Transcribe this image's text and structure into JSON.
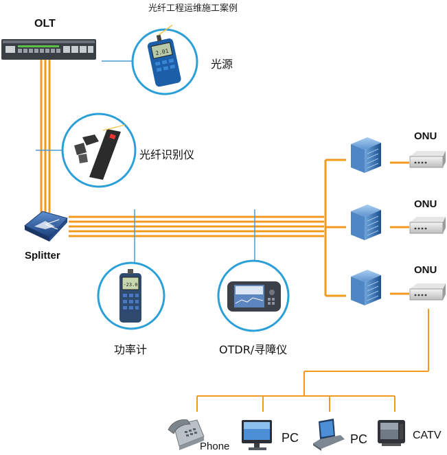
{
  "title": "光纤工程运维施工案例",
  "nodes": {
    "olt": "OLT",
    "splitter": "Splitter",
    "light_source": "光源",
    "fiber_identifier": "光纤识别仪",
    "power_meter": "功率计",
    "otdr": "OTDR/寻障仪",
    "onu_1": "ONU",
    "onu_2": "ONU",
    "onu_3": "ONU",
    "phone": "Phone",
    "pc_1": "PC",
    "pc_2": "PC",
    "catv": "CATV"
  },
  "colors": {
    "fiber": "#f39a1e",
    "tap_line": "#4a9ad4",
    "circle_border": "#2a9fd8",
    "switch_blue": "#1f5d9e"
  },
  "icons": [
    "olt-device-icon",
    "splitter-icon",
    "light-source-icon",
    "fiber-identifier-icon",
    "power-meter-icon",
    "otdr-icon",
    "switch-icon",
    "onu-icon",
    "phone-icon",
    "pc-icon",
    "laptop-icon",
    "tv-icon"
  ]
}
